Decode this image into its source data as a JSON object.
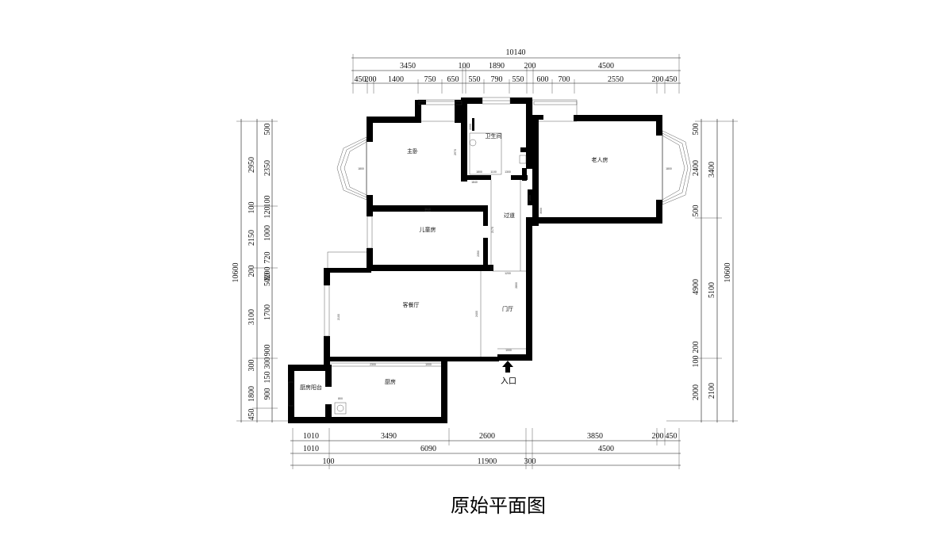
{
  "title": "原始平面图",
  "entry_label": "入口",
  "rooms": {
    "master_bedroom": "主卧",
    "bathroom": "卫生间",
    "elderly_room": "老人房",
    "hallway": "过道",
    "children_room": "儿童房",
    "living_dining": "客餐厅",
    "foyer": "门厅",
    "kitchen": "厨房",
    "kitchen_balcony": "厨房阳台"
  },
  "dimensions": {
    "top_total": "10140",
    "top_mid": [
      "3450",
      "100",
      "1890",
      "200",
      "4500"
    ],
    "top_detail": [
      "450",
      "200",
      "1400",
      "750",
      "650",
      "550",
      "790",
      "550",
      "600",
      "700",
      "2550",
      "200",
      "450"
    ],
    "bottom_row1": [
      "1010",
      "3490",
      "2600",
      "3850",
      "200",
      "450"
    ],
    "bottom_row2": [
      "1010",
      "6090",
      "4500"
    ],
    "bottom_row3": [
      "100",
      "11900",
      "300"
    ],
    "left_total": "10600",
    "left_outer": [
      "2950",
      "100",
      "2150",
      "200",
      "3100",
      "300",
      "1800",
      "450"
    ],
    "left_inner": [
      "500",
      "2350",
      "100",
      "120",
      "1000",
      "720",
      "200",
      "50",
      "80",
      "1700",
      "900",
      "300",
      "150",
      "900"
    ],
    "right_inner": [
      "500",
      "2400",
      "500",
      "4900",
      "200",
      "100",
      "2000"
    ],
    "right_mid": [
      "3400",
      "5100",
      "2100"
    ],
    "right_total": "10600"
  },
  "tiny_labels": {
    "master_w": "3820",
    "master_h": "2970",
    "bath_w1": "1800",
    "bath_w2": "1100",
    "bath_w3": "1300",
    "bath_h": "2200",
    "bath_bottom": "1840",
    "children_w": "3190",
    "children_h": "2350",
    "hall_h": "2170",
    "elder_w": "3000",
    "elder_side": "1000",
    "living_h": "2100",
    "living_h2": "2400",
    "foyer_h": "2800",
    "hall_w": "1200",
    "foyer_w": "1000",
    "kitchen_w1": "2300",
    "kitchen_w2": "1000",
    "kitchen_h": "800",
    "master_bay": "1800",
    "elder_bay": "1800"
  }
}
